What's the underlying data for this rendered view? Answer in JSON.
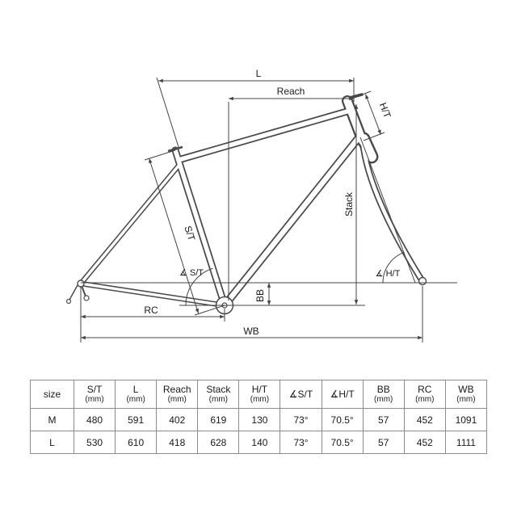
{
  "diagram": {
    "labels": {
      "l": "L",
      "reach": "Reach",
      "ht": "H/T",
      "stack": "Stack",
      "st": "S/T",
      "angle_st": "∡ S/T",
      "angle_ht": "∡ H/T",
      "bb": "BB",
      "rc": "RC",
      "wb": "WB"
    }
  },
  "table": {
    "columns": [
      {
        "label": "size",
        "unit": ""
      },
      {
        "label": "S/T",
        "unit": "(mm)"
      },
      {
        "label": "L",
        "unit": "(mm)"
      },
      {
        "label": "Reach",
        "unit": "(mm)"
      },
      {
        "label": "Stack",
        "unit": "(mm)"
      },
      {
        "label": "H/T",
        "unit": "(mm)"
      },
      {
        "label": "∡S/T",
        "unit": ""
      },
      {
        "label": "∡H/T",
        "unit": ""
      },
      {
        "label": "BB",
        "unit": "(mm)"
      },
      {
        "label": "RC",
        "unit": "(mm)"
      },
      {
        "label": "WB",
        "unit": "(mm)"
      }
    ],
    "rows": [
      {
        "cells": [
          "M",
          "480",
          "591",
          "402",
          "619",
          "130",
          "73°",
          "70.5°",
          "57",
          "452",
          "1091"
        ]
      },
      {
        "cells": [
          "L",
          "530",
          "610",
          "418",
          "628",
          "140",
          "73°",
          "70.5°",
          "57",
          "452",
          "1111"
        ]
      }
    ]
  },
  "colors": {
    "frame_outline": "#4a4a4a",
    "dimension_line": "#444444",
    "text": "#1a1a1a",
    "table_border": "#8c8c8c"
  }
}
